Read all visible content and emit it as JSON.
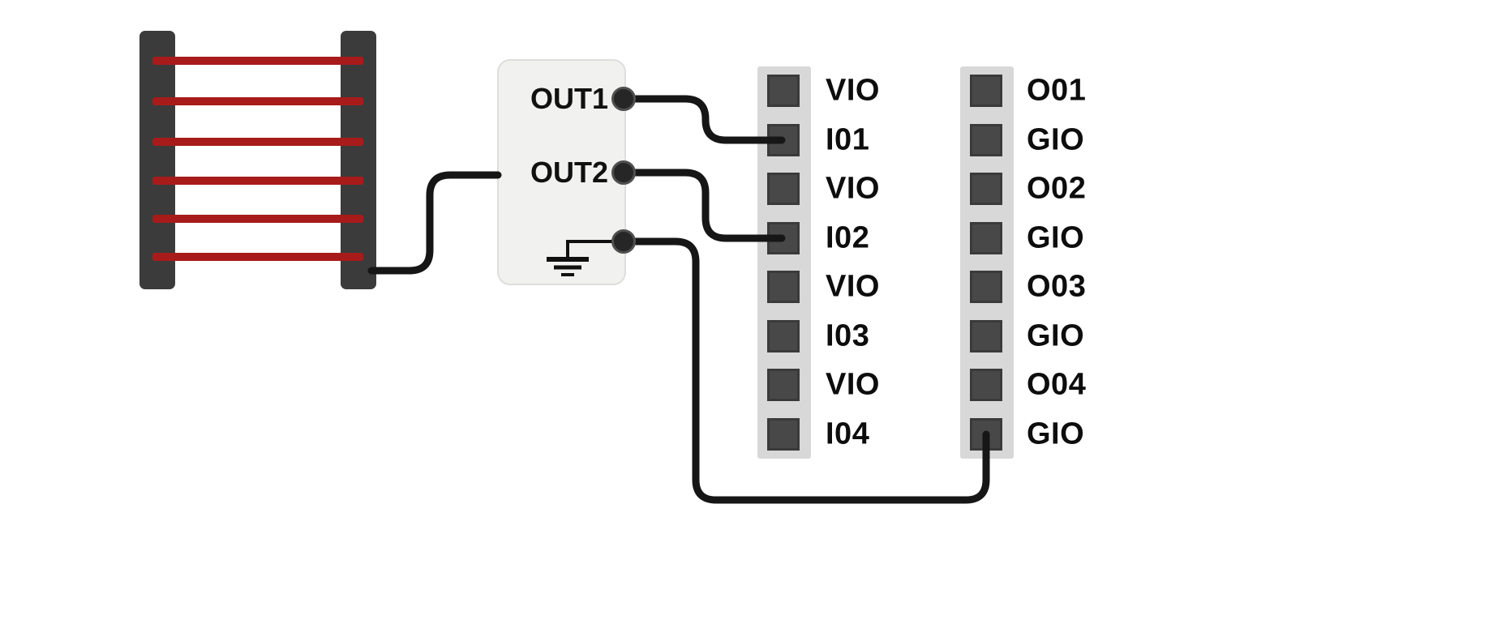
{
  "component": {
    "outputs": [
      {
        "label": "OUT1"
      },
      {
        "label": "OUT2"
      }
    ],
    "ground_icon": "earth-ground-symbol"
  },
  "strips": [
    {
      "name": "input-terminal-strip",
      "pins": [
        "VIO",
        "I01",
        "VIO",
        "I02",
        "VIO",
        "I03",
        "VIO",
        "I04"
      ]
    },
    {
      "name": "output-terminal-strip",
      "pins": [
        "O01",
        "GIO",
        "O02",
        "GIO",
        "O03",
        "GIO",
        "O04",
        "GIO"
      ]
    }
  ],
  "connections": [
    {
      "from": "light-curtain",
      "to": "module-left-OUT2"
    },
    {
      "from": "OUT1",
      "to": "I01"
    },
    {
      "from": "OUT2",
      "to": "I02"
    },
    {
      "from": "ground",
      "to": "GIO-bottom"
    }
  ],
  "colors": {
    "wire": "#161616",
    "beam": "#a81b1b",
    "bar": "#3b3b3b",
    "strip_bg": "#d8d8d8",
    "pin": "#484848",
    "module_bg": "#f1f1ef"
  }
}
